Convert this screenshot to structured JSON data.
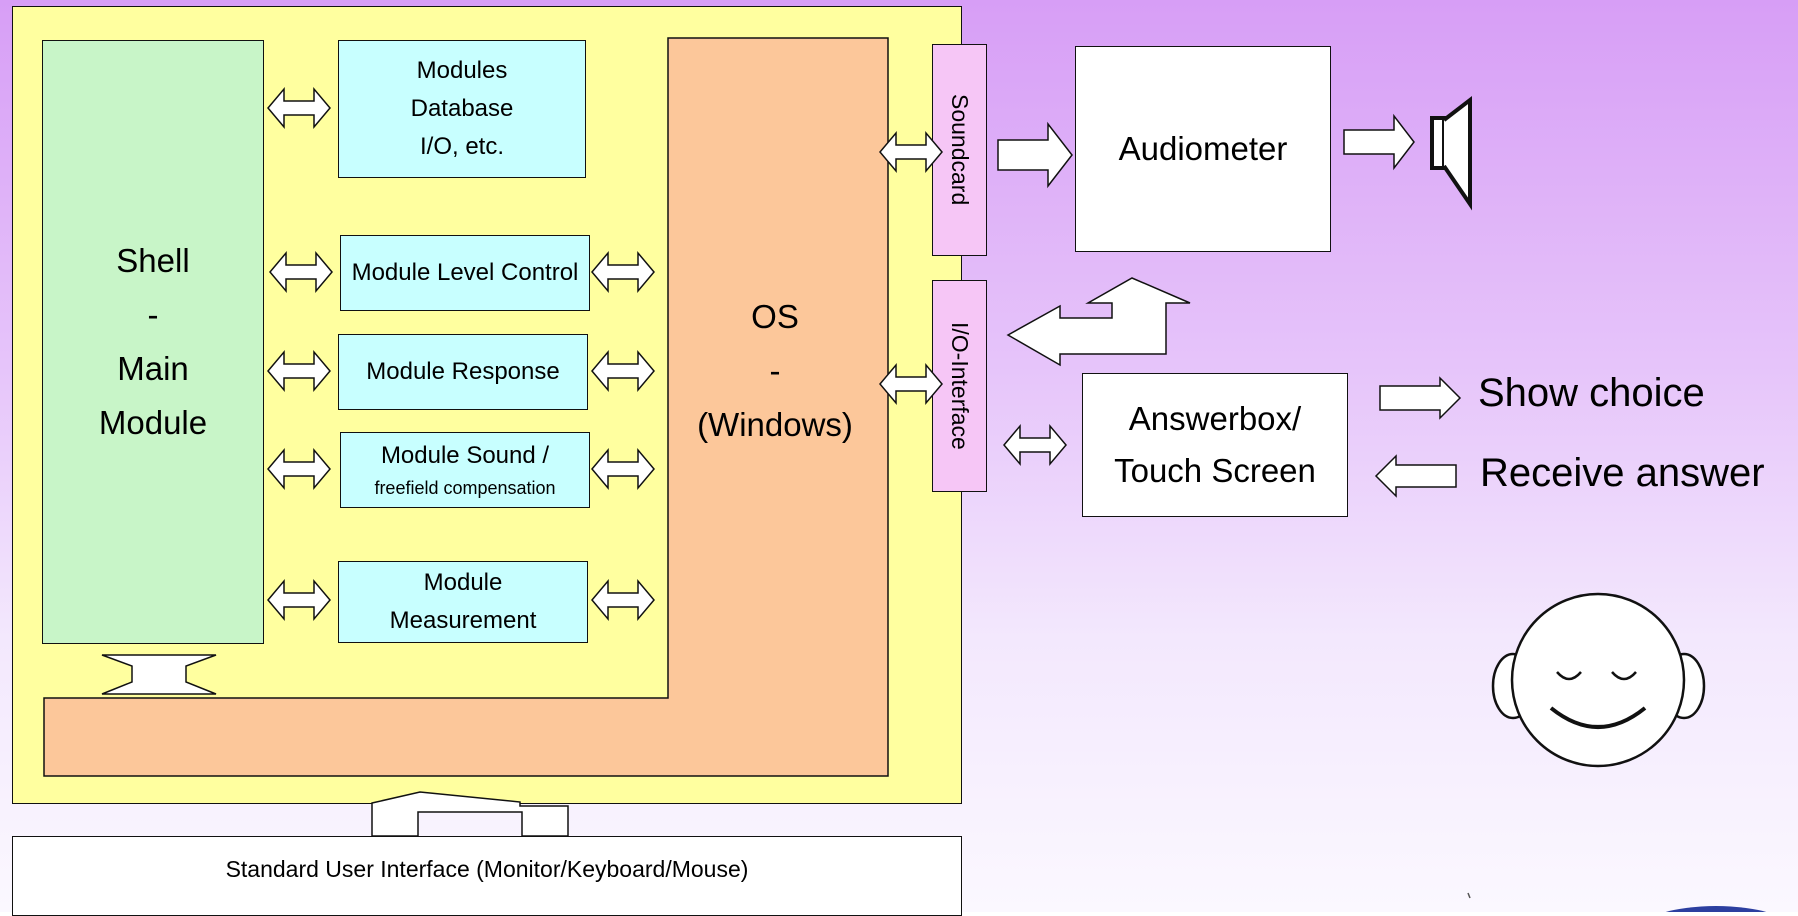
{
  "shell": {
    "lines": [
      "Shell",
      "-",
      "Main",
      "Module"
    ]
  },
  "modules": {
    "database": [
      "Modules",
      "Database",
      "I/O, etc."
    ],
    "level_control": "Module Level Control",
    "response": "Module Response",
    "sound": [
      "Module Sound /",
      "freefield compensation"
    ],
    "measurement": [
      "Module",
      "Measurement"
    ]
  },
  "os": {
    "lines": [
      "OS",
      "-",
      "(Windows)"
    ]
  },
  "soundcard": "Soundcard",
  "io_interface": "I/O-Interface",
  "audiometer": "Audiometer",
  "answerbox": [
    "Answerbox/",
    "Touch Screen"
  ],
  "show_choice": "Show choice",
  "receive_answer": "Receive answer",
  "standard_ui": "Standard User Interface (Monitor/Keyboard/Mouse)",
  "icons": [
    "speaker-icon",
    "listener-face-icon",
    "logo-icon"
  ]
}
